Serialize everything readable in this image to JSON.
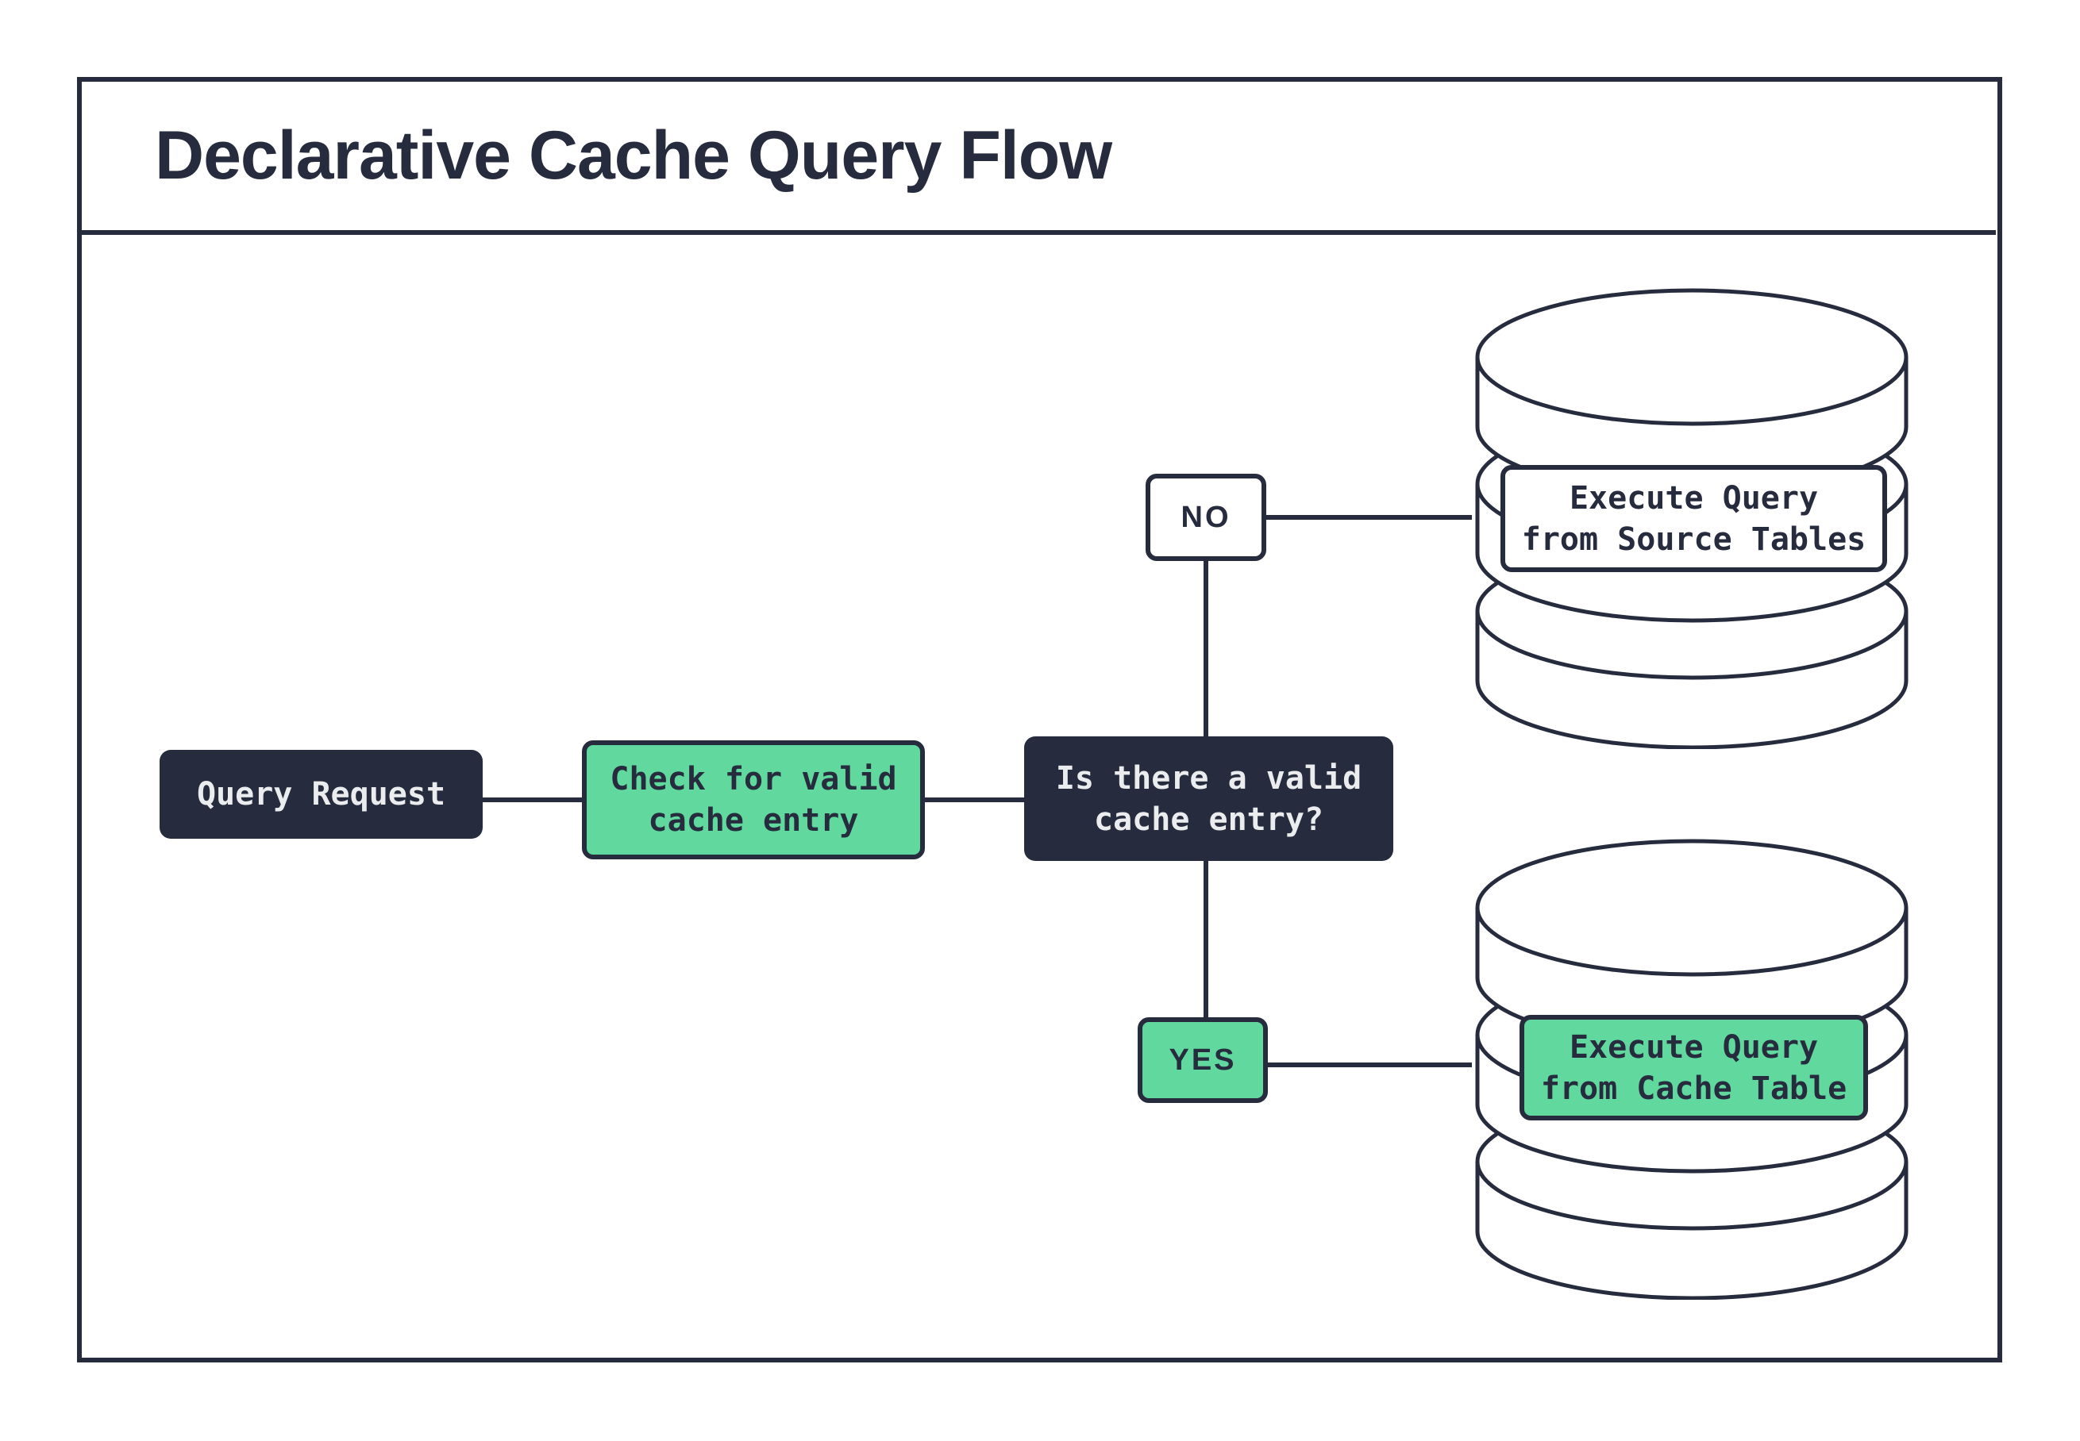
{
  "title": "Declarative Cache Query Flow",
  "colors": {
    "outline_dark": "#262C3D",
    "accent_green": "#60D89E",
    "light_text": "#EAECEE",
    "background": "#FFFFFF"
  },
  "nodes": {
    "query_request": {
      "label": "Query Request"
    },
    "check_cache": {
      "label": "Check for valid\ncache entry"
    },
    "decision": {
      "label": "Is there a valid\ncache entry?"
    },
    "no_branch": {
      "label": "NO"
    },
    "yes_branch": {
      "label": "YES"
    },
    "source_db": {
      "label": "Execute Query\nfrom Source Tables",
      "icon": "database-cylinder-icon"
    },
    "cache_db": {
      "label": "Execute Query\nfrom Cache Table",
      "icon": "database-cylinder-icon"
    }
  }
}
